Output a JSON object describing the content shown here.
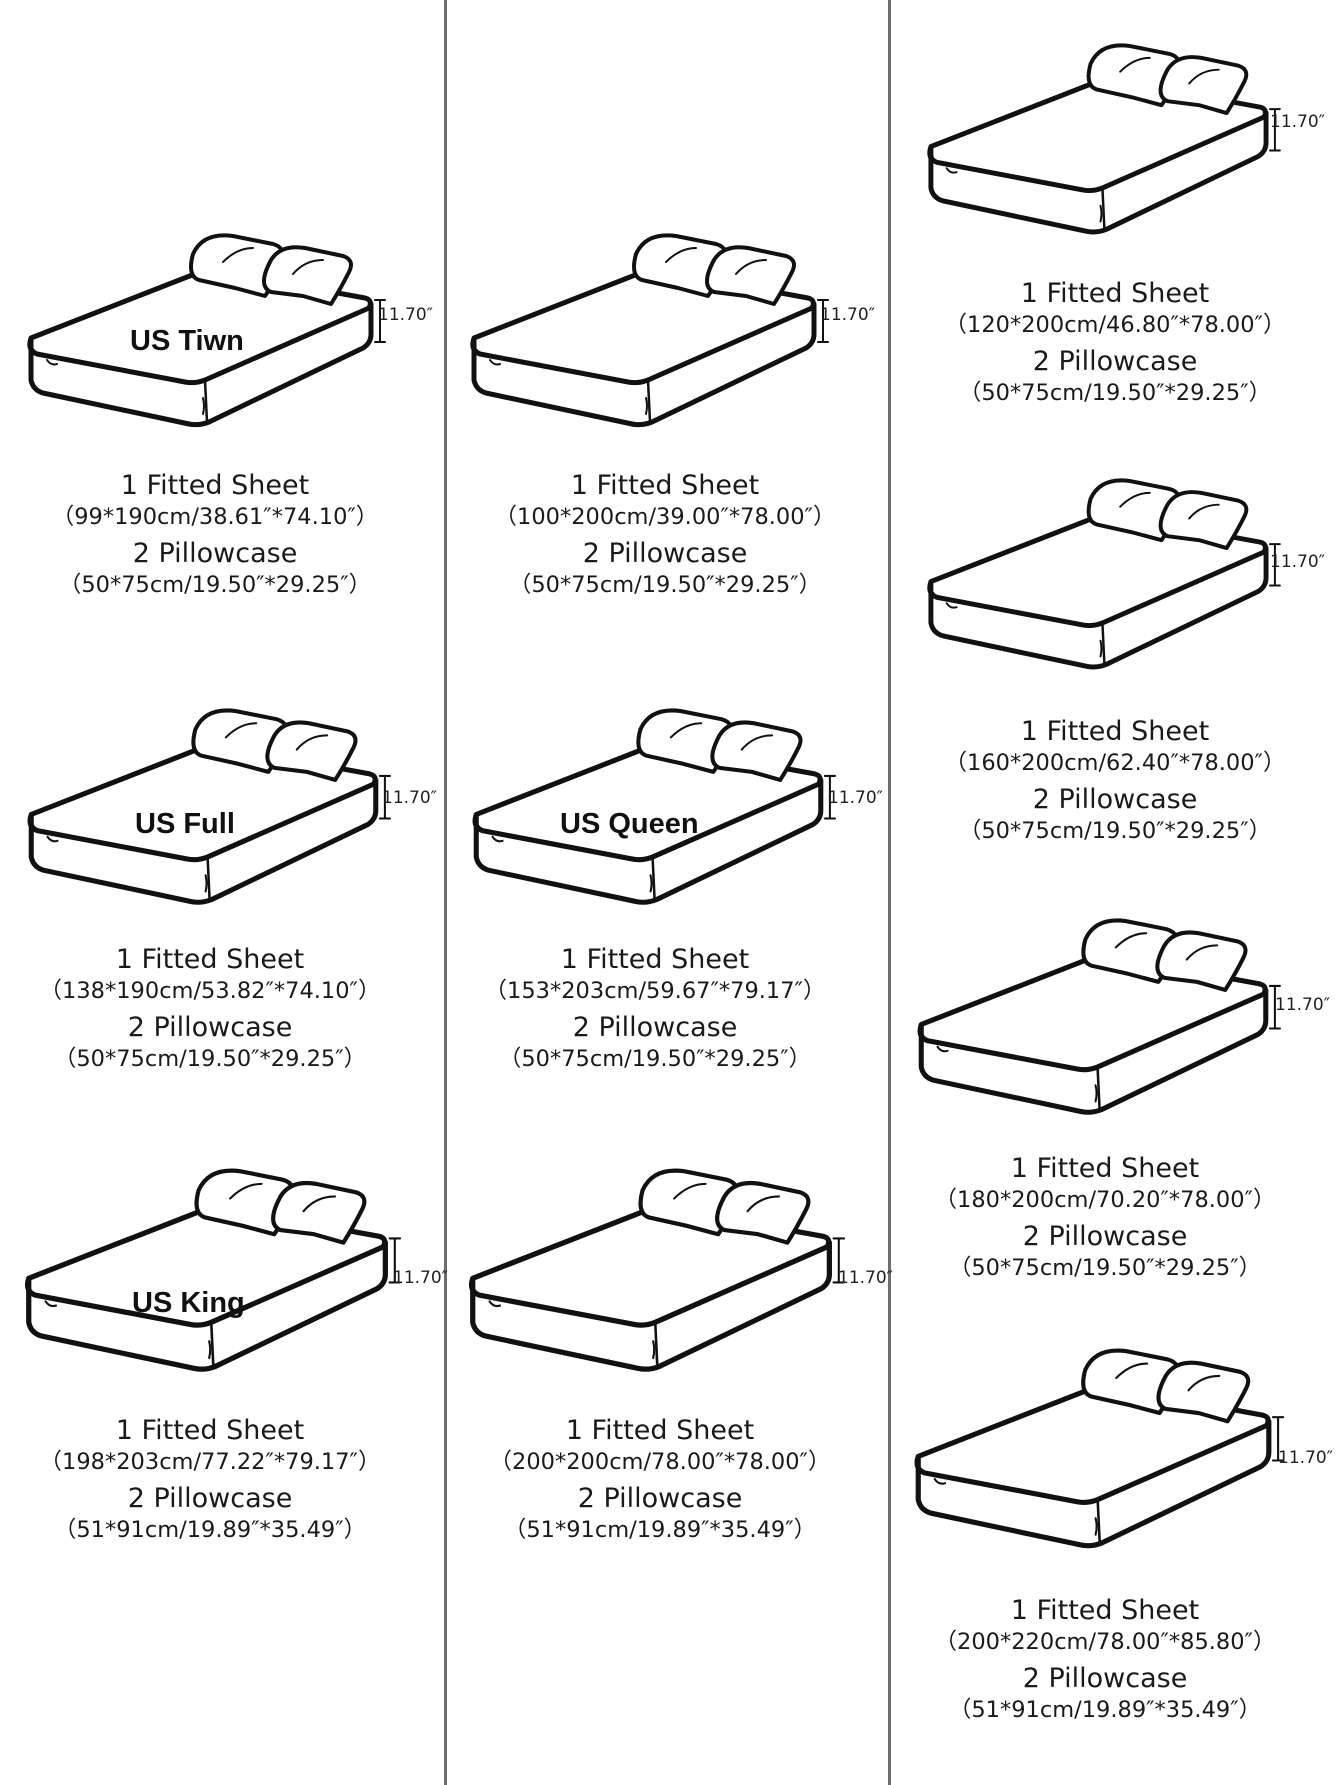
{
  "cards": [
    {
      "id": "twin",
      "label": "US Tiwn",
      "height": "11.70″",
      "sheet_title": "1 Fitted Sheet",
      "sheet_size": "（99*190cm/38.61″*74.10″）",
      "pillow_title": "2 Pillowcase",
      "pillow_size": "（50*75cm/19.50″*29.25″）"
    },
    {
      "id": "col2-top",
      "label": "",
      "height": "11.70″",
      "sheet_title": "1 Fitted Sheet",
      "sheet_size": "（100*200cm/39.00″*78.00″）",
      "pillow_title": "2 Pillowcase",
      "pillow_size": "（50*75cm/19.50″*29.25″）"
    },
    {
      "id": "col3-1",
      "label": "",
      "height": "11.70″",
      "sheet_title": "1 Fitted Sheet",
      "sheet_size": "（120*200cm/46.80″*78.00″）",
      "pillow_title": "2 Pillowcase",
      "pillow_size": "（50*75cm/19.50″*29.25″）"
    },
    {
      "id": "col3-2",
      "label": "",
      "height": "11.70″",
      "sheet_title": "1 Fitted Sheet",
      "sheet_size": "（160*200cm/62.40″*78.00″）",
      "pillow_title": "2 Pillowcase",
      "pillow_size": "（50*75cm/19.50″*29.25″）"
    },
    {
      "id": "full",
      "label": "US Full",
      "height": "11.70″",
      "sheet_title": "1 Fitted Sheet",
      "sheet_size": "（138*190cm/53.82″*74.10″）",
      "pillow_title": "2 Pillowcase",
      "pillow_size": "（50*75cm/19.50″*29.25″）"
    },
    {
      "id": "queen",
      "label": "US Queen",
      "height": "11.70″",
      "sheet_title": "1 Fitted Sheet",
      "sheet_size": "（153*203cm/59.67″*79.17″）",
      "pillow_title": "2 Pillowcase",
      "pillow_size": "（50*75cm/19.50″*29.25″）"
    },
    {
      "id": "col3-3",
      "label": "",
      "height": "11.70″",
      "sheet_title": "1 Fitted Sheet",
      "sheet_size": "（180*200cm/70.20″*78.00″）",
      "pillow_title": "2 Pillowcase",
      "pillow_size": "（50*75cm/19.50″*29.25″）"
    },
    {
      "id": "king",
      "label": "US King",
      "height": "11.70″",
      "sheet_title": "1 Fitted Sheet",
      "sheet_size": "（198*203cm/77.22″*79.17″）",
      "pillow_title": "2 Pillowcase",
      "pillow_size": "（51*91cm/19.89″*35.49″）"
    },
    {
      "id": "col2-bottom",
      "label": "",
      "height": "11.70″",
      "sheet_title": "1 Fitted Sheet",
      "sheet_size": "（200*200cm/78.00″*78.00″）",
      "pillow_title": "2 Pillowcase",
      "pillow_size": "（51*91cm/19.89″*35.49″）"
    },
    {
      "id": "col3-4",
      "label": "",
      "height": "11.70″",
      "sheet_title": "1 Fitted Sheet",
      "sheet_size": "（200*220cm/78.00″*85.80″）",
      "pillow_title": "2 Pillowcase",
      "pillow_size": "（51*91cm/19.89″*35.49″）"
    }
  ]
}
